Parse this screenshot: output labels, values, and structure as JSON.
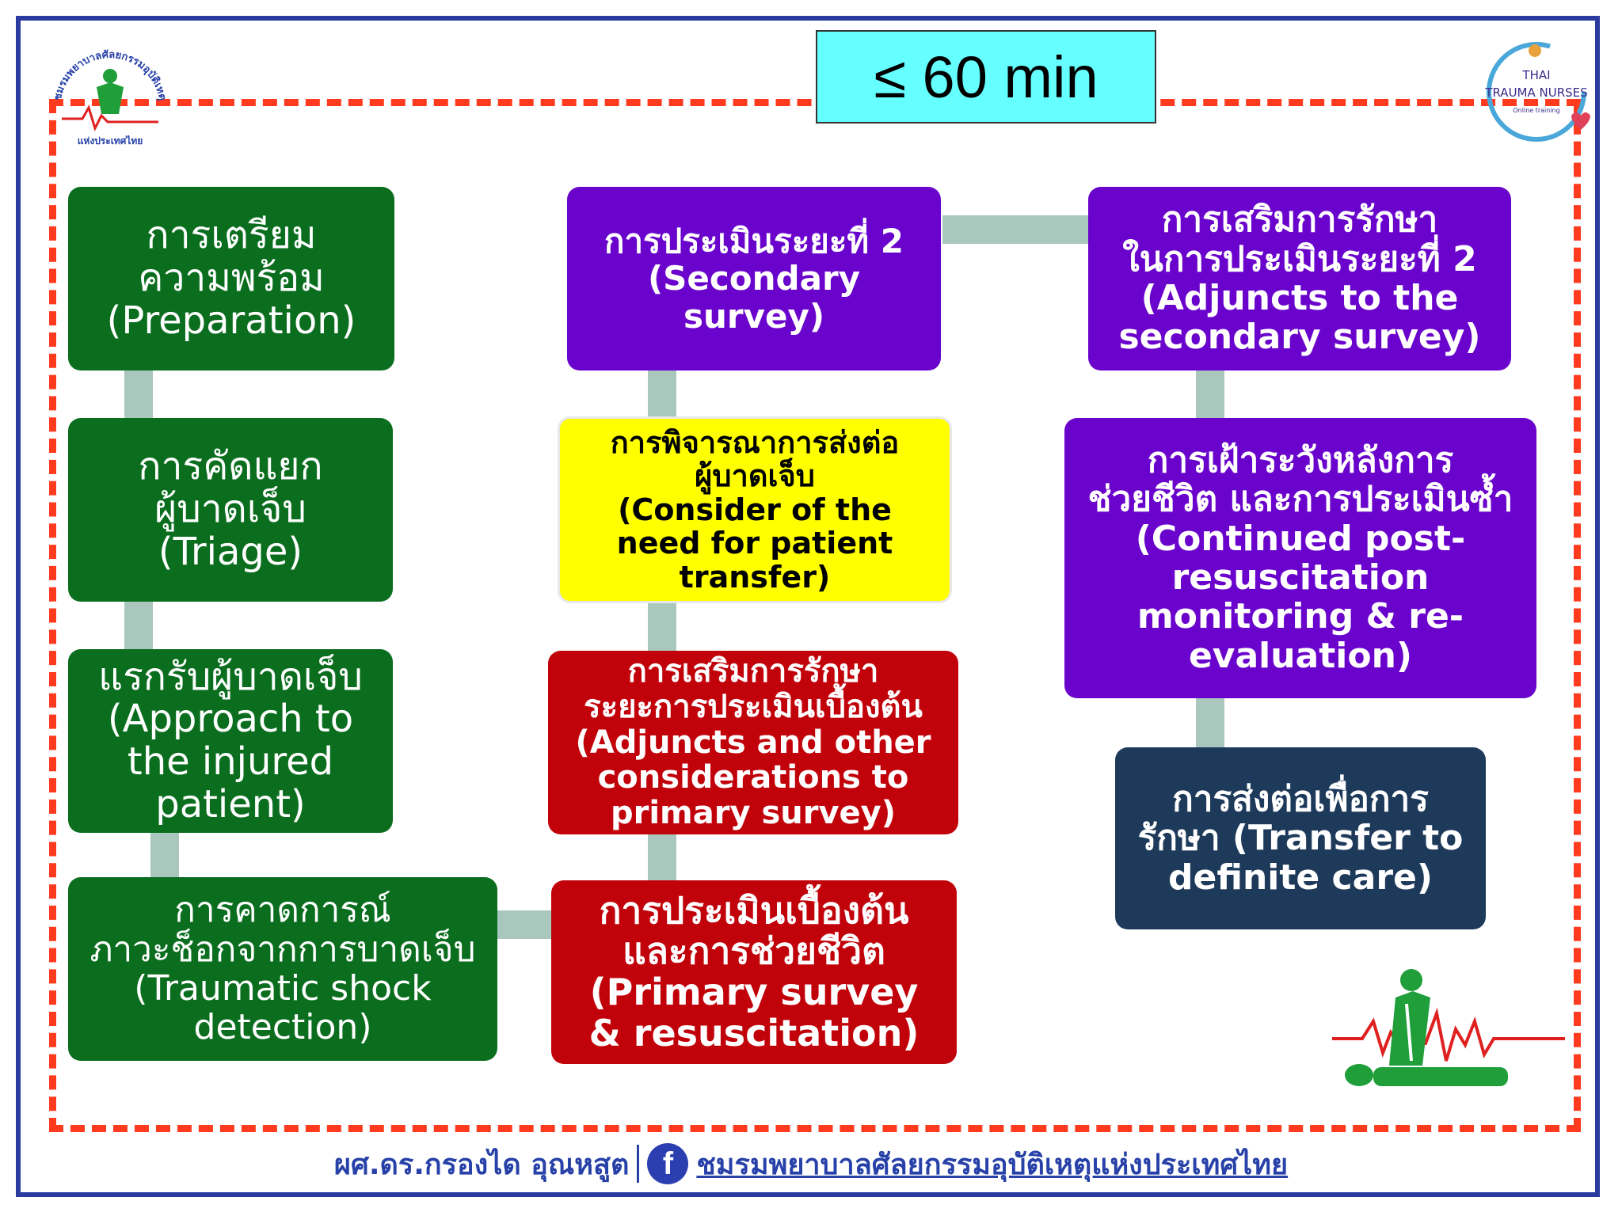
{
  "title": "≤ 60 min",
  "boxes": {
    "preparation": "การเตรียม\nความพร้อม\n(Preparation)",
    "triage": "การคัดแยก\nผู้บาดเจ็บ\n(Triage)",
    "approach": "แรกรับผู้บาดเจ็บ\n(Approach to\nthe injured\npatient)",
    "shock": "การคาดการณ์\nภาวะช็อกจากการบาดเจ็บ\n(Traumatic shock\ndetection)",
    "secondary": "การประเมินระยะที่ 2\n(Secondary survey)",
    "transfer_consider": "การพิจารณาการส่งต่อ\nผู้บาดเจ็บ\n(Consider of the\nneed for patient\ntransfer)",
    "adjuncts_primary": "การเสริมการรักษา\nระยะการประเมินเบื้องต้น\n(Adjuncts and other\nconsiderations to\nprimary survey)",
    "primary": "การประเมินเบื้องต้น\nและการช่วยชีวิต\n(Primary survey\n& resuscitation)",
    "adjuncts_secondary": "การเสริมการรักษา\nในการประเมินระยะที่ 2\n(Adjuncts to the\nsecondary survey)",
    "monitoring": "การเฝ้าระวังหลังการ\nช่วยชีวิต และการประเมินซ้ำ\n(Continued post-\nresuscitation\nmonitoring & re-\nevaluation)",
    "definite_care": "การส่งต่อเพื่อการ\nรักษา (Transfer to\ndefinite care)"
  },
  "logos": {
    "left_arc_text": "ชมรมพยาบาลศัลยกรรมอุบัติเหตุ",
    "left_bottom_text": "แห่งประเทศไทย",
    "right_line1": "THAI",
    "right_line2": "TRAUMA NURSES",
    "right_line3": "Online training"
  },
  "footer": {
    "author": "ผศ.ดร.กรองได อุณหสูต",
    "fb_glyph": "f",
    "club": "ชมรมพยาบาลศัลยกรรมอุบัติเหตุแห่งประเทศไทย"
  },
  "colors": {
    "green": "#0a6e1e",
    "purple": "#6a04cc",
    "red": "#c1020a",
    "yellow": "#ffff00",
    "navy": "#1e3a5b",
    "connector": "#a9c7bc",
    "dashed_border": "#ff3b1f",
    "title_bg": "#66ffff",
    "footer_text": "#2741a8"
  },
  "icons": [
    "cpr-figure-icon",
    "facebook-icon",
    "heartbeat-icon"
  ]
}
